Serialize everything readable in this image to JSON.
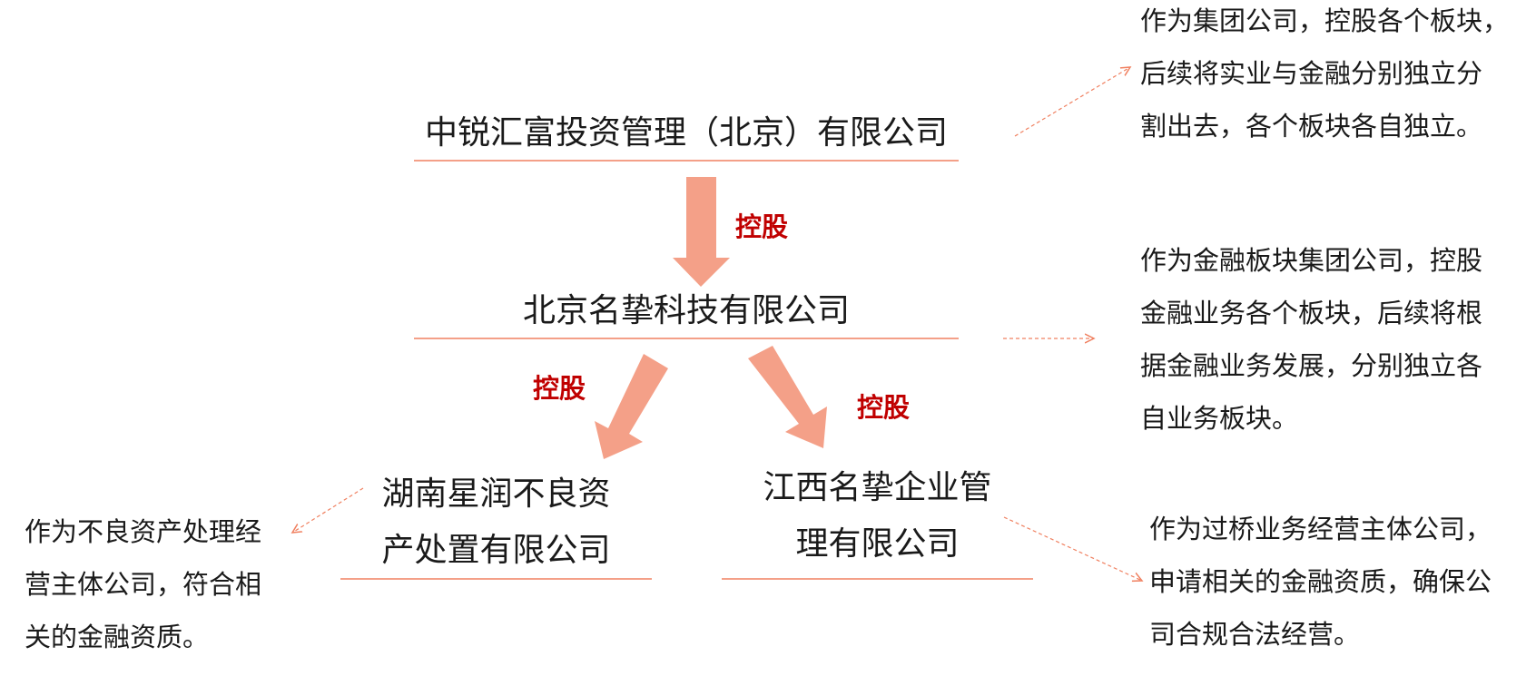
{
  "colors": {
    "arrow": "#f4a088",
    "line": "#f08060",
    "label": "#c00000",
    "text": "#1a1a1a"
  },
  "nodes": {
    "top": {
      "name": "中锐汇富投资管理（北京）有限公司"
    },
    "middle": {
      "name": "北京名挚科技有限公司"
    },
    "left": {
      "lines": [
        "湖南星润不良资",
        "产处置有限公司"
      ]
    },
    "right": {
      "lines": [
        "江西名挚企业管",
        "理有限公司"
      ]
    }
  },
  "arrow_labels": {
    "top_to_middle": "控股",
    "middle_to_left": "控股",
    "middle_to_right": "控股"
  },
  "notes": {
    "top": [
      "作为集团公司，控股各个板块，",
      "后续将实业与金融分别独立分",
      "割出去，各个板块各自独立。"
    ],
    "middle": [
      "作为金融板块集团公司，控股",
      "金融业务各个板块，后续将根",
      "据金融业务发展，分别独立各",
      "自业务板块。"
    ],
    "left": [
      "作为不良资产处理经",
      "营主体公司，符合相",
      "关的金融资质。"
    ],
    "right": [
      "作为过桥业务经营主体公司，",
      "申请相关的金融资质，确保公",
      "司合规合法经营。"
    ]
  }
}
